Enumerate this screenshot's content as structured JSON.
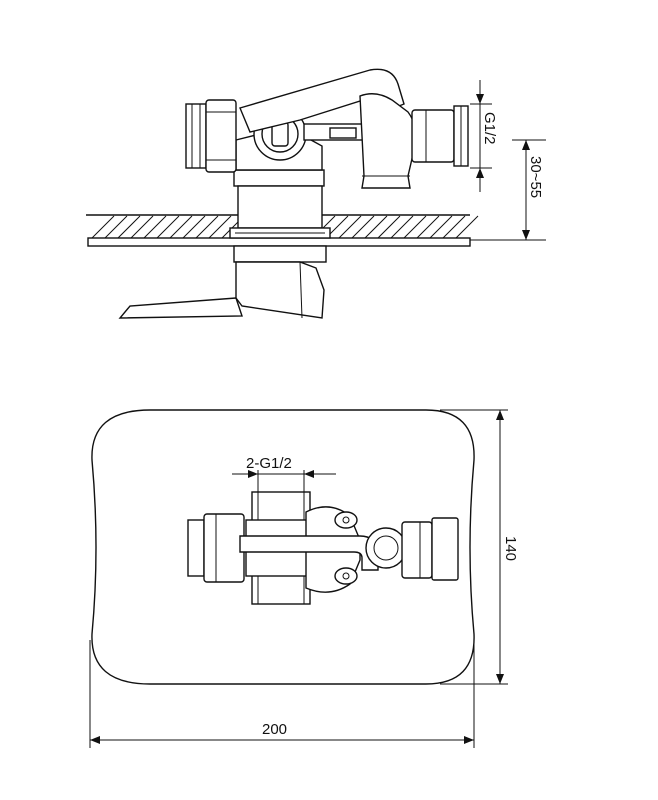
{
  "dimensions": {
    "thread_top": "G1/2",
    "adjust_range": "30~55",
    "thread_bottom": "2-G1/2",
    "height": "140",
    "width": "200"
  }
}
